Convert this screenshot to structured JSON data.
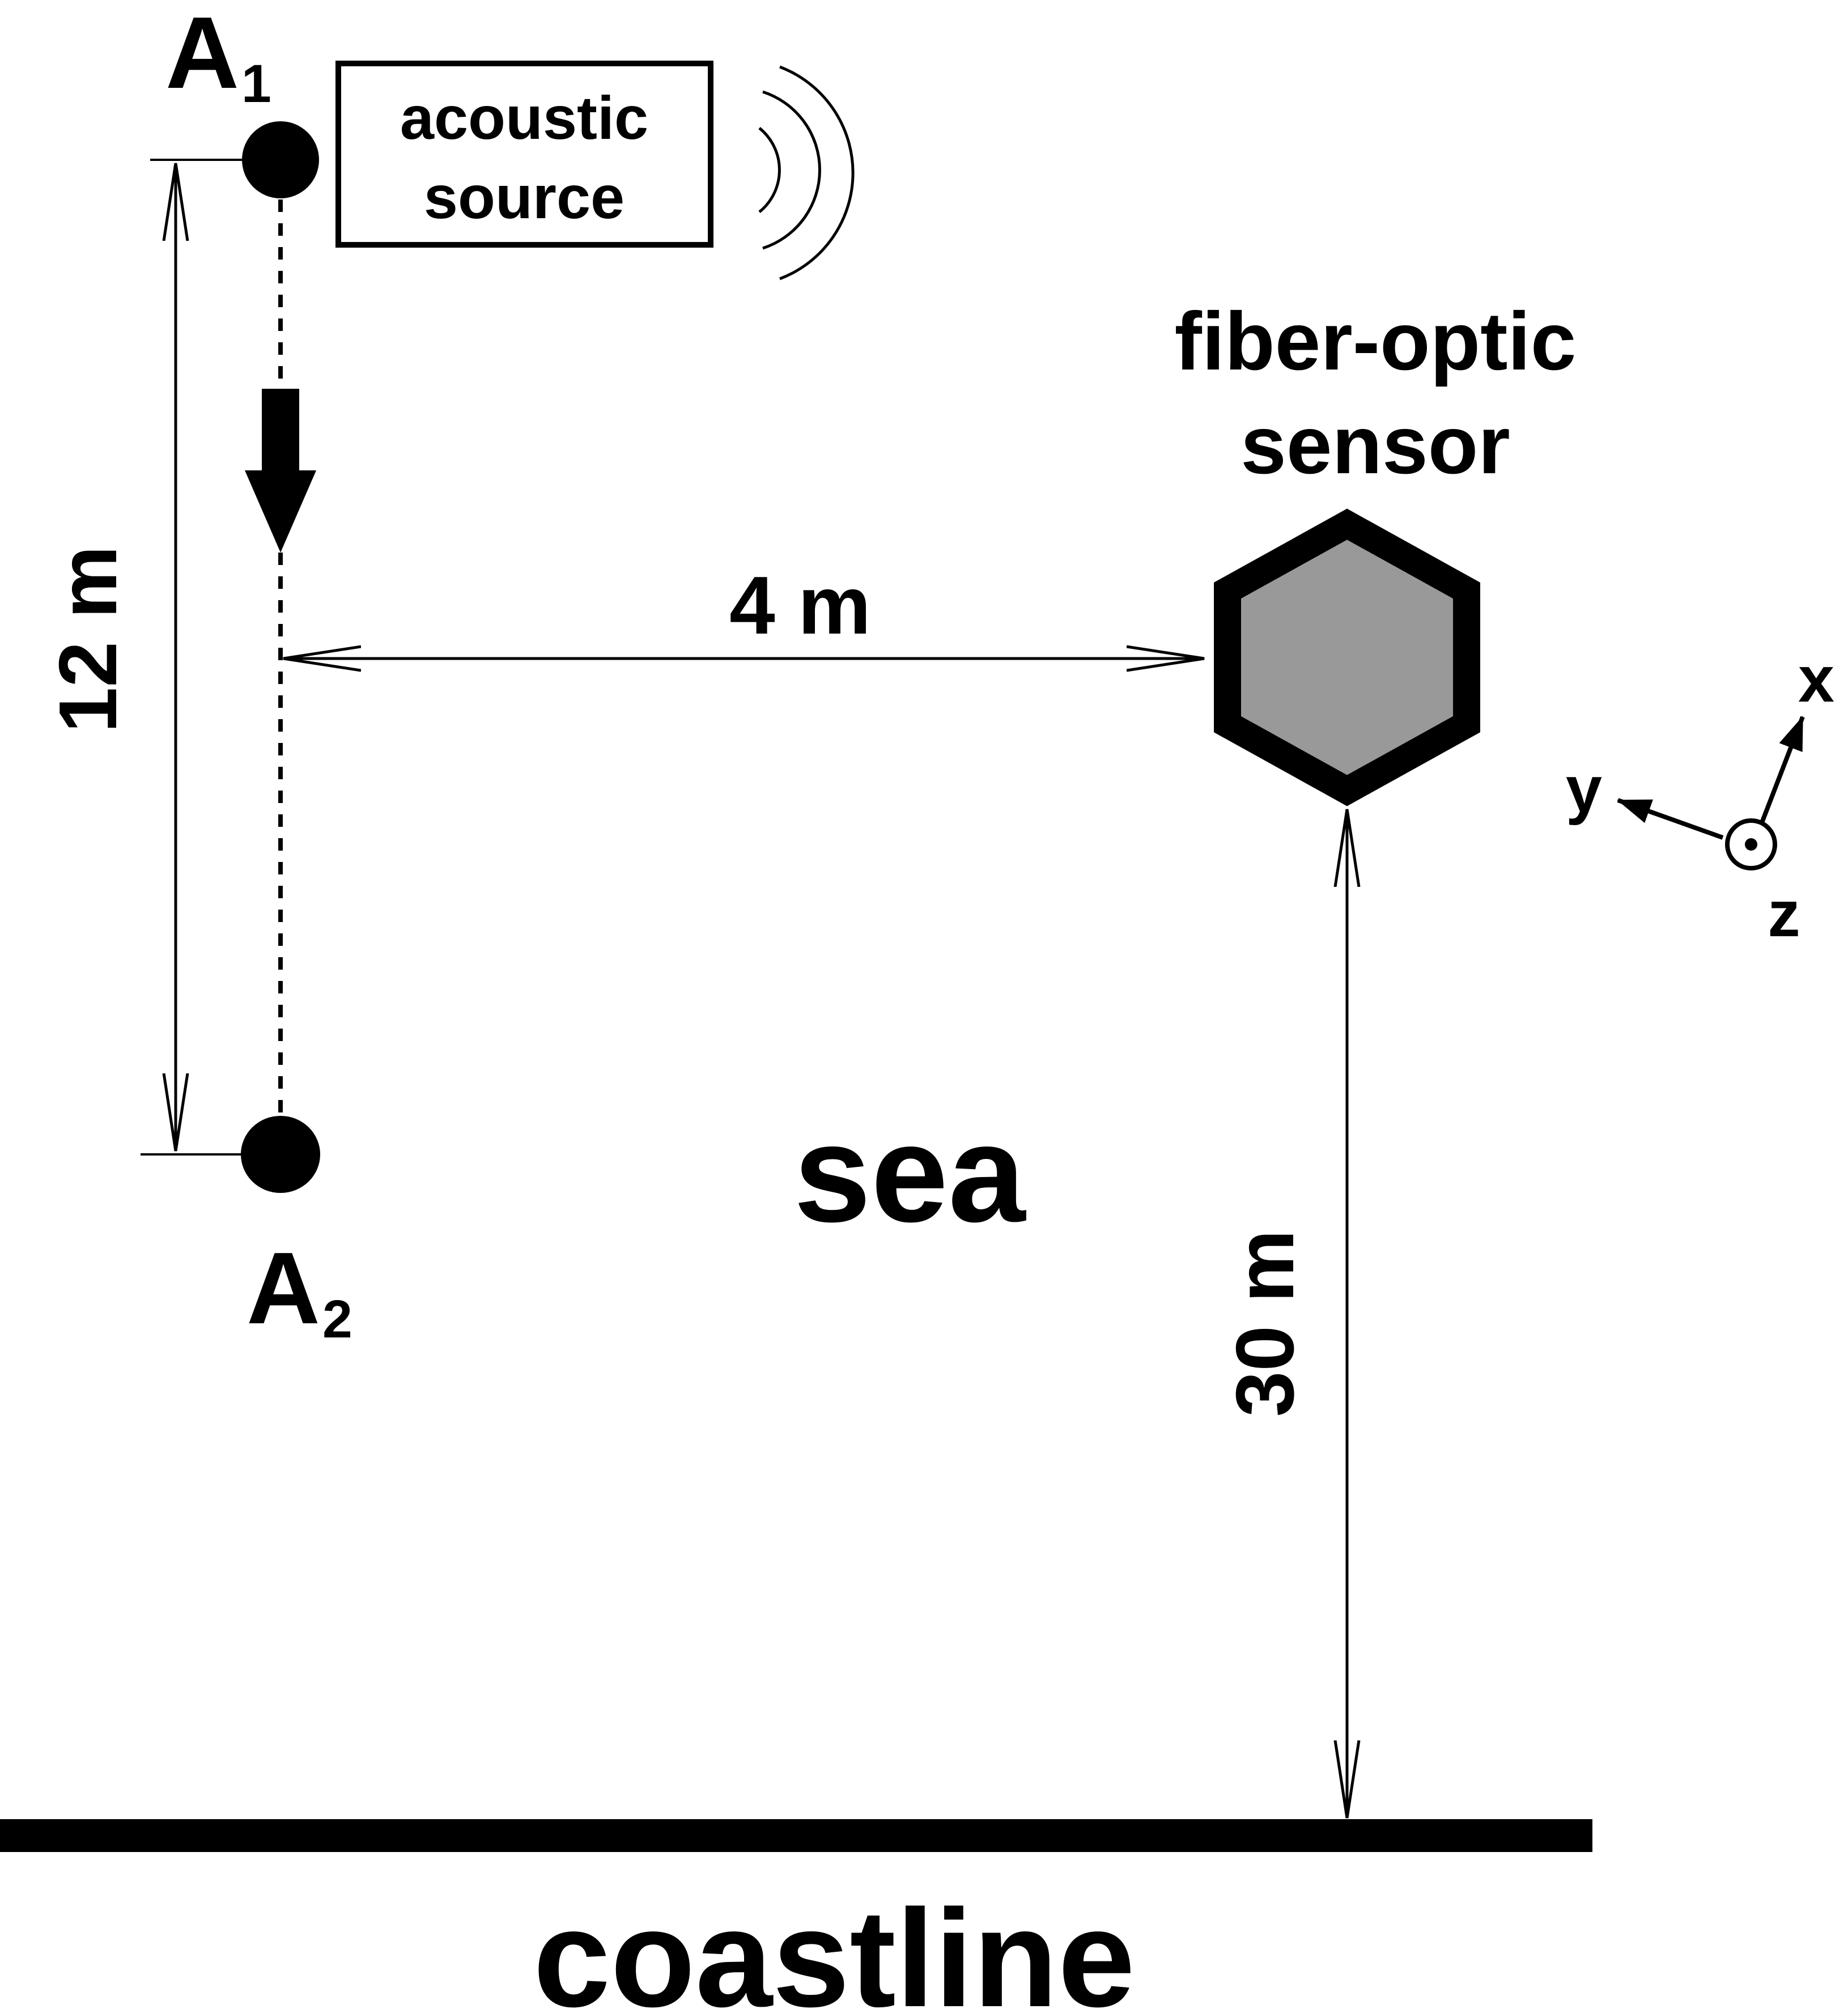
{
  "labels": {
    "point_a1_letter": "A",
    "point_a1_sub": "1",
    "point_a2_letter": "A",
    "point_a2_sub": "2",
    "source_line1": "acoustic",
    "source_line2": "source",
    "sensor_line1": "fiber-optic",
    "sensor_line2": "sensor",
    "dist_vertical": "12 m",
    "dist_horizontal": "4 m",
    "dist_to_coast": "30 m",
    "region_sea": "sea",
    "region_coast": "coastline",
    "axis_x": "x",
    "axis_y": "y",
    "axis_z": "z"
  },
  "colors": {
    "stroke": "#000000",
    "sensor_fill": "#999999",
    "background": "#ffffff"
  },
  "icons": {
    "source_waves": "sound-waves-icon",
    "motion_arrow": "down-arrow-icon",
    "sensor": "hexagon-icon",
    "z_axis": "out-of-page-dot-icon"
  }
}
